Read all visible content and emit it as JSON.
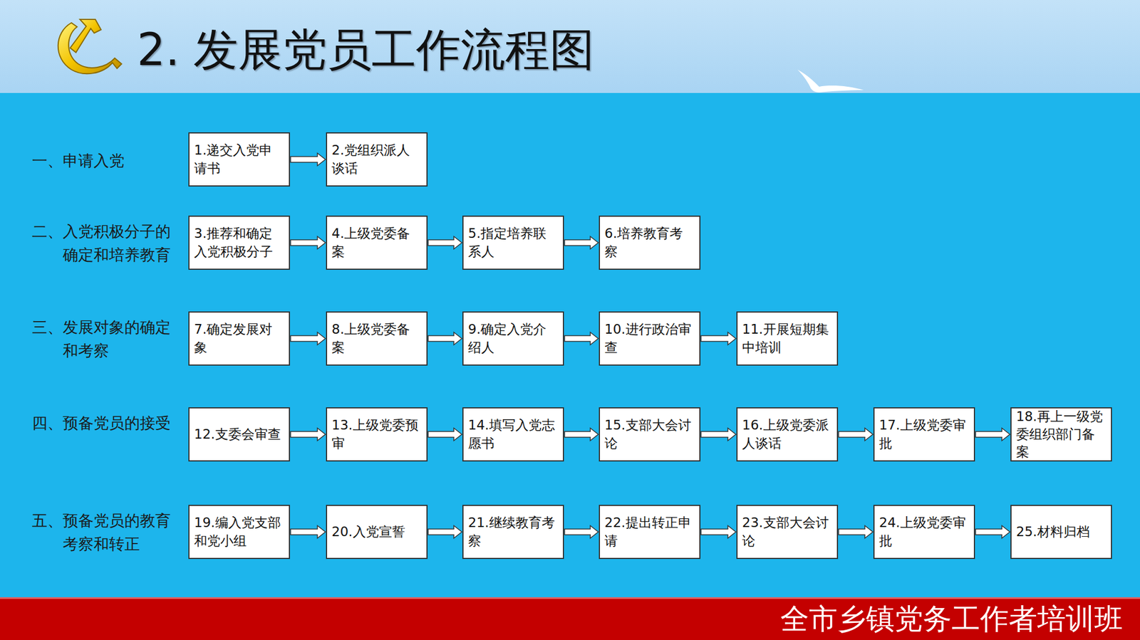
{
  "diagram": {
    "title": "2. 发展党员工作流程图",
    "nodes": [
      {
        "text": [
          "1.递交入党申请书"
        ]
      },
      {
        "text": [
          "2.党组织派人谈话"
        ]
      },
      {
        "text": [
          "3.推荐和确定入党积极分子"
        ]
      },
      {
        "text": [
          "4.上级党委备案"
        ]
      },
      {
        "text": [
          "5.指定培养联系人"
        ]
      },
      {
        "text": [
          "6.培养教育考察"
        ]
      },
      {
        "text": [
          "7.确定发展对象"
        ]
      },
      {
        "text": [
          "8.上级党委备案"
        ]
      },
      {
        "text": [
          "9.确定入党介绍人"
        ]
      },
      {
        "text": [
          "10.进行政治审查"
        ]
      },
      {
        "text": [
          "11.开展短期集中培训"
        ]
      },
      {
        "text": [
          "12.支委会审查"
        ]
      },
      {
        "text": [
          "13.上级党委预审"
        ]
      },
      {
        "text": [
          "14.填写入党志愿书"
        ]
      },
      {
        "text": [
          "15.支部大会讨论"
        ]
      },
      {
        "text": [
          "16.上级党委派人谈话"
        ]
      },
      {
        "text": [
          "17.上级党委审批"
        ]
      },
      {
        "text": [
          "18.再上一级党委组织部门备案"
        ]
      },
      {
        "text": [
          "19.编入党支部和党小组"
        ]
      },
      {
        "text": [
          "20.入党宣誓"
        ]
      },
      {
        "text": [
          "21.继续教育考察"
        ]
      },
      {
        "text": [
          "22.提出转正申请"
        ]
      },
      {
        "text": [
          "23.支部大会讨论"
        ]
      },
      {
        "text": [
          "24.上级党委审批"
        ]
      },
      {
        "text": [
          "25.材料归档"
        ]
      }
    ],
    "edges": [
      {
        "from": 0,
        "to": 1,
        "arrow": "to"
      },
      {
        "from": 2,
        "to": 3,
        "arrow": "to"
      },
      {
        "from": 3,
        "to": 4,
        "arrow": "to"
      },
      {
        "from": 4,
        "to": 5,
        "arrow": "to"
      },
      {
        "from": 6,
        "to": 7,
        "arrow": "to"
      },
      {
        "from": 7,
        "to": 8,
        "arrow": "to"
      },
      {
        "from": 8,
        "to": 9,
        "arrow": "to"
      },
      {
        "from": 9,
        "to": 10,
        "arrow": "to"
      },
      {
        "from": 11,
        "to": 12,
        "arrow": "to"
      },
      {
        "from": 12,
        "to": 13,
        "arrow": "to"
      },
      {
        "from": 13,
        "to": 14,
        "arrow": "to"
      },
      {
        "from": 14,
        "to": 15,
        "arrow": "to"
      },
      {
        "from": 15,
        "to": 16,
        "arrow": "to"
      },
      {
        "from": 16,
        "to": 17,
        "arrow": "to"
      },
      {
        "from": 18,
        "to": 19,
        "arrow": "to"
      },
      {
        "from": 19,
        "to": 20,
        "arrow": "to"
      },
      {
        "from": 20,
        "to": 21,
        "arrow": "to"
      },
      {
        "from": 21,
        "to": 22,
        "arrow": "to"
      },
      {
        "from": 22,
        "to": 23,
        "arrow": "to"
      },
      {
        "from": 23,
        "to": 24,
        "arrow": "to"
      }
    ],
    "labels": [
      "一、申请入党",
      "二、入党积极分子的确定和培养教育",
      "三、发展对象的确定和考察",
      "四、预备党员的接受",
      "五、预备党员的教育考察和转正",
      "全市乡镇党务工作者培训班"
    ]
  }
}
